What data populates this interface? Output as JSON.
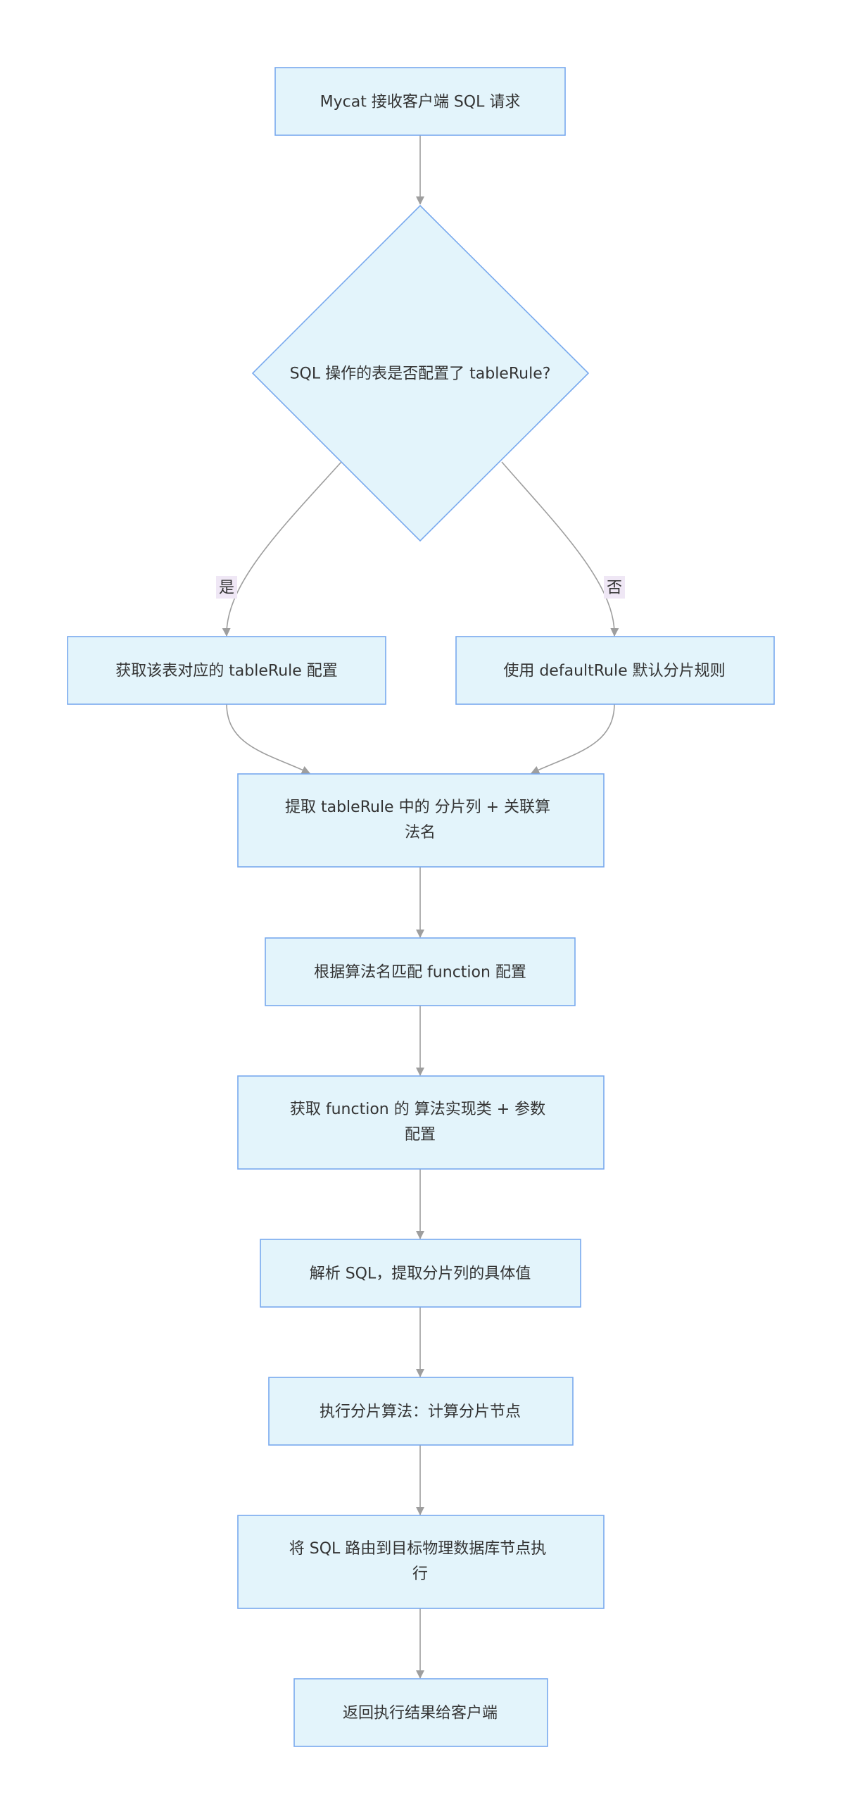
{
  "colors": {
    "node_fill": "#e3f4fb",
    "node_stroke": "#78a9ee",
    "edge_stroke": "#9e9e9e",
    "arrow_fill": "#9e9e9e",
    "edge_label_bg": "#efe7f5",
    "text": "#333333"
  },
  "nodes": {
    "start": {
      "lines": [
        "Mycat 接收客户端 SQL 请求"
      ]
    },
    "decision": {
      "lines": [
        "SQL 操作的表是否配置了 tableRule?"
      ]
    },
    "get_rule": {
      "lines": [
        "获取该表对应的 tableRule 配置"
      ]
    },
    "default_rule": {
      "lines": [
        "使用 defaultRule 默认分片规则"
      ]
    },
    "extract": {
      "lines": [
        "提取 tableRule 中的 分片列 + 关联算",
        "法名"
      ]
    },
    "match_function": {
      "lines": [
        "根据算法名匹配 function 配置"
      ]
    },
    "get_function": {
      "lines": [
        "获取 function 的 算法实现类 + 参数",
        "配置"
      ]
    },
    "parse_sql": {
      "lines": [
        "解析 SQL，提取分片列的具体值"
      ]
    },
    "execute_algo": {
      "lines": [
        "执行分片算法：计算分片节点"
      ]
    },
    "route": {
      "lines": [
        "将 SQL 路由到目标物理数据库节点执",
        "行"
      ]
    },
    "return": {
      "lines": [
        "返回执行结果给客户端"
      ]
    }
  },
  "edge_labels": {
    "yes": "是",
    "no": "否"
  }
}
